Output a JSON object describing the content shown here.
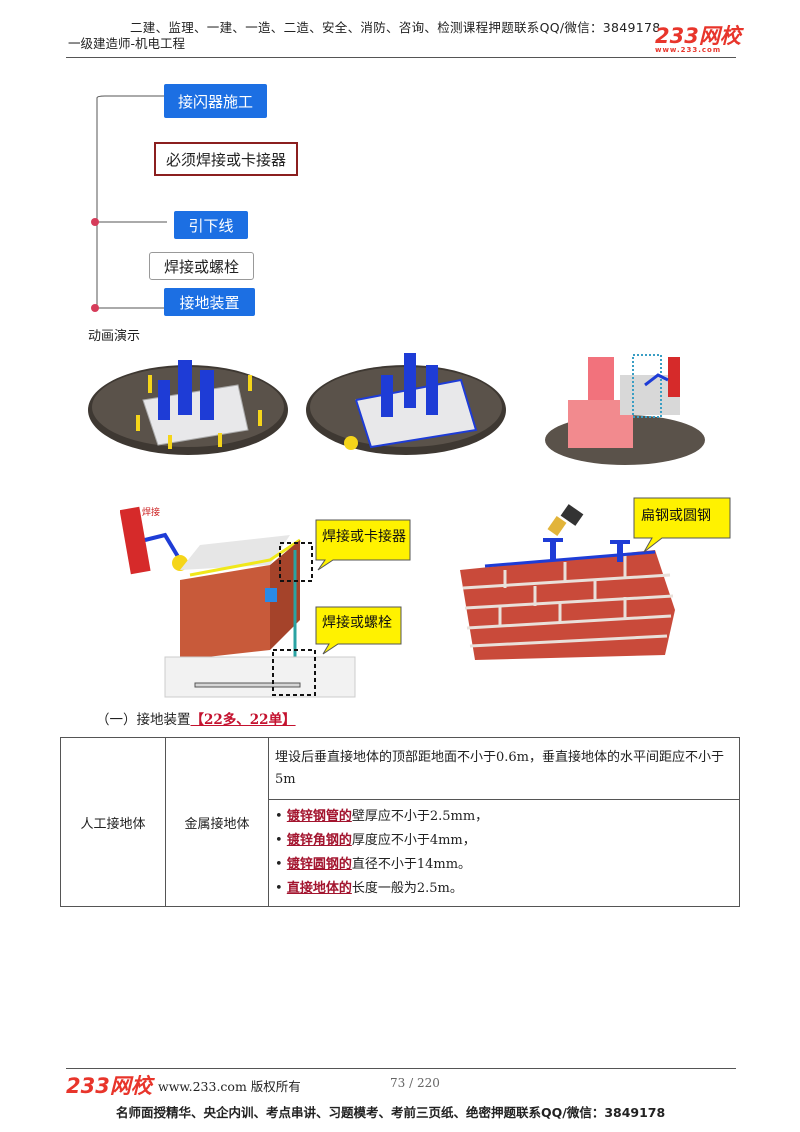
{
  "header": {
    "top_line": "二建、监理、一建、一造、二造、安全、消防、咨询、检测课程押题联系QQ/微信：3849178",
    "subtitle": "一级建造师-机电工程",
    "logo_text": "233网校",
    "logo_url": "www.233.com"
  },
  "mindmap": {
    "node1": "接闪器施工",
    "node2": "必须焊接或卡接器",
    "node3": "引下线",
    "node4": "焊接或螺栓",
    "node5": "接地装置"
  },
  "animation_label": "动画演示",
  "figures": {
    "callout_weld_clamp": "焊接或卡接器",
    "callout_weld_bolt": "焊接或螺栓",
    "callout_flat_round": "扁钢或圆钢",
    "weld_label": "焊接"
  },
  "section": {
    "heading": "（一）接地装置",
    "tag": "【22多、22单】"
  },
  "table": {
    "col1": "人工接地体",
    "col2": "金属接地体",
    "row1_text": "埋设后垂直接地体的顶部距地面不小于0.6m，垂直接地体的水平间距应不小于5m",
    "bullets": [
      {
        "hl": "镀锌钢管的",
        "rest": "壁厚应不小于2.5mm，"
      },
      {
        "hl": "镀锌角钢的",
        "rest": "厚度应不小于4mm，"
      },
      {
        "hl": "镀锌圆钢的",
        "rest": "直径不小于14mm。"
      },
      {
        "hl": "直接地体的",
        "rest": "长度一般为2.5m。"
      }
    ]
  },
  "footer": {
    "logo_text": "233网校",
    "site": "www.233.com 版权所有",
    "page": "73 / 220",
    "bottom_line": "名师面授精华、央企内训、考点串讲、习题模考、考前三页纸、绝密押题联系QQ/微信：3849178"
  }
}
